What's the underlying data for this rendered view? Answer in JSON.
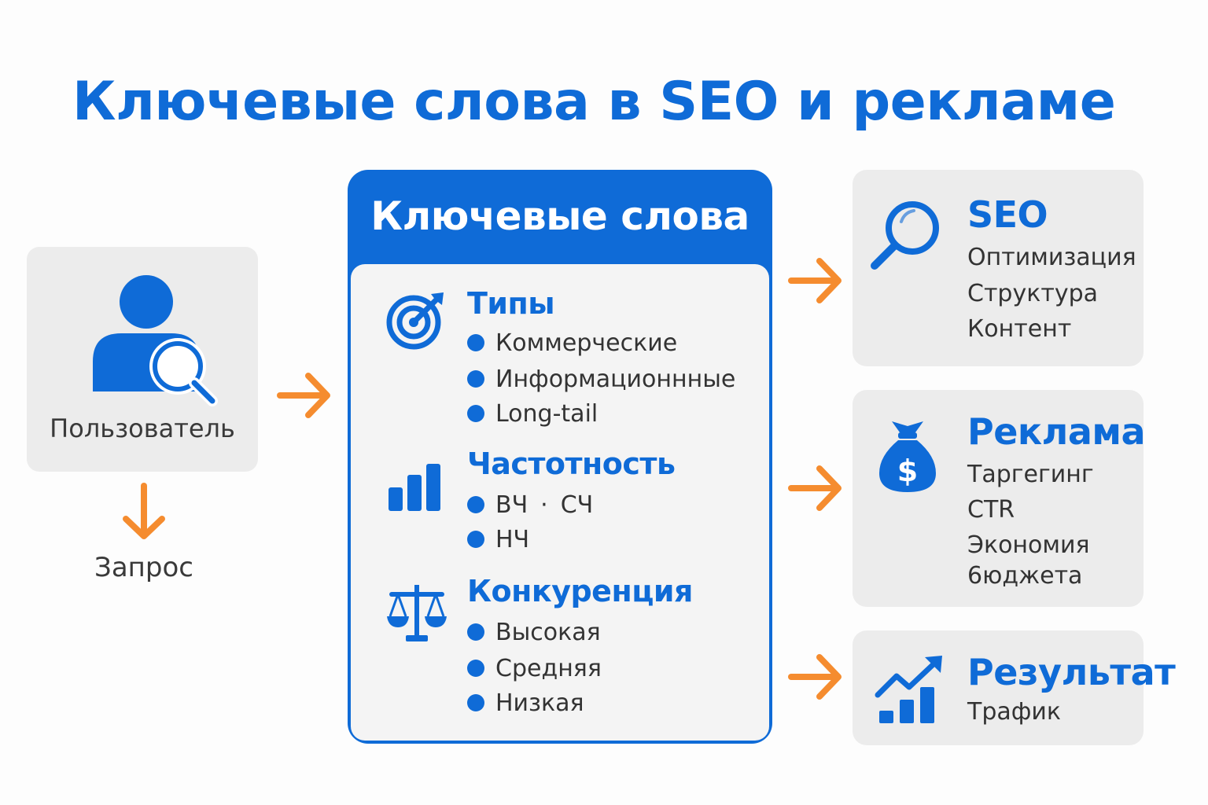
{
  "title": "Ключевые слова в SEO и рекламе",
  "colors": {
    "primary": "#0f6bd7",
    "arrow": "#f58c2f",
    "card": "#ececec",
    "text": "#333333"
  },
  "user": {
    "icon": "user-search-icon",
    "label": "Пользователь",
    "arrow_icon": "arrow-down-icon",
    "request_label": "Запрос"
  },
  "keywords": {
    "header": "Ключевые слова",
    "sections": [
      {
        "title": "Типы",
        "icon": "target-icon",
        "items": [
          "Коммерческие",
          "Информационнные",
          "Long-tail"
        ]
      },
      {
        "title": "Частотность",
        "icon": "bar-chart-icon",
        "items": [
          "ВЧ",
          "СЧ",
          "НЧ"
        ],
        "separator": "·"
      },
      {
        "title": "Конкуренция",
        "icon": "scales-icon",
        "items": [
          "Высокая",
          "Средняя",
          "Низкая"
        ]
      }
    ]
  },
  "outputs": [
    {
      "title": "SEO",
      "icon": "magnifier-icon",
      "lines": [
        "Оптимизация",
        "Структура",
        "Контент"
      ]
    },
    {
      "title": "Реклама",
      "icon": "money-bag-icon",
      "lines": [
        "Таргегинг",
        "CTR",
        "Экономия",
        "6юджета"
      ]
    },
    {
      "title": "Результат",
      "icon": "growth-chart-icon",
      "lines": [
        "Трафик"
      ]
    }
  ]
}
